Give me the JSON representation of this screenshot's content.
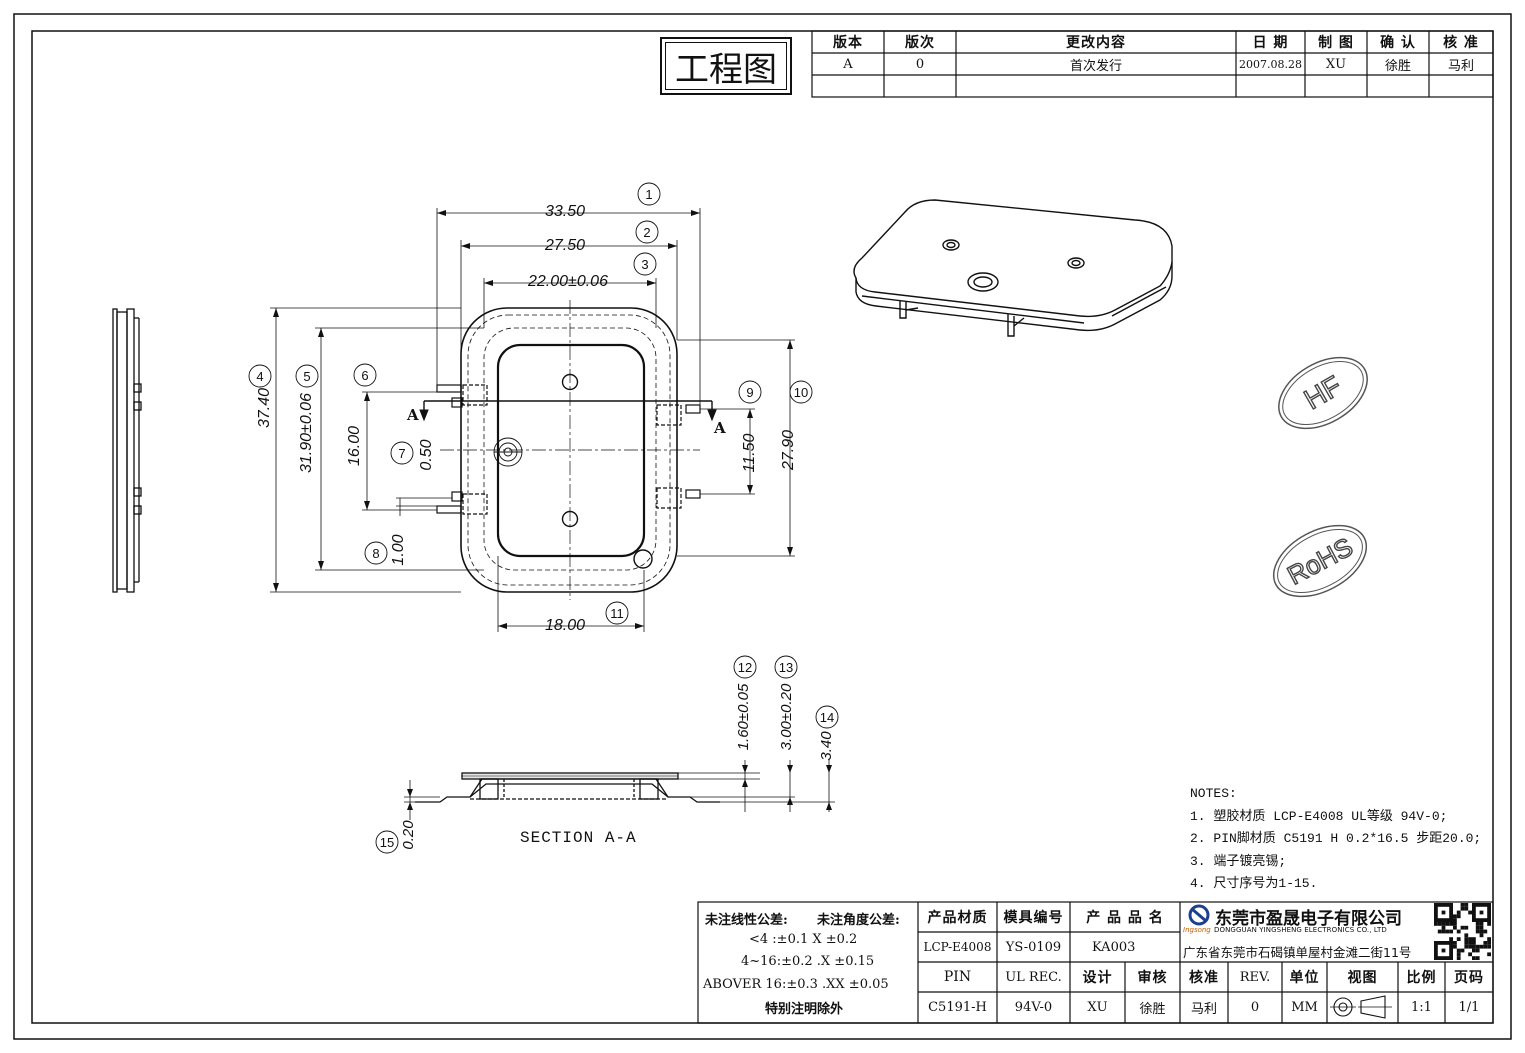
{
  "drawing_title": "工程图",
  "revision_table": {
    "headers": [
      "版本",
      "版次",
      "更改内容",
      "日 期",
      "制 图",
      "确 认",
      "核 准"
    ],
    "rows": [
      [
        "A",
        "0",
        "首次发行",
        "2007.08.28",
        "XU",
        "徐胜",
        "马利"
      ]
    ]
  },
  "dimensions": {
    "d1": "33.50",
    "d2": "27.50",
    "d3": "22.00±0.06",
    "d4": "37.40",
    "d5": "31.90±0.06",
    "d6": "16.00",
    "d7": "0.50",
    "d8": "1.00",
    "d9": "11.50",
    "d10": "27.90",
    "d11": "18.00",
    "d12": "1.60±0.05",
    "d13": "3.00±0.20",
    "d14": "3.40",
    "d15": "0.20"
  },
  "balloons": [
    "1",
    "2",
    "3",
    "4",
    "5",
    "6",
    "7",
    "8",
    "9",
    "10",
    "11",
    "12",
    "13",
    "14",
    "15"
  ],
  "section_marker": "A",
  "section_label": "SECTION A-A",
  "stamps": {
    "hf": "HF",
    "rohs": "RoHS"
  },
  "notes": {
    "heading": "NOTES:",
    "items": [
      "1. 塑胶材质 LCP-E4008 UL等级 94V-0;",
      "2. PIN脚材质 C5191 H 0.2*16.5 步距20.0;",
      "3. 端子镀亮锡;",
      "4. 尺寸序号为1-15."
    ]
  },
  "tolerance": {
    "linear_title": "未注线性公差:",
    "angle_title": "未注角度公差:",
    "row1": "<4 :±0.1  X ±0.2",
    "row2": "4~16:±0.2  .X ±0.15",
    "row3": "ABOVER 16:±0.3  .XX ±0.05",
    "footer": "特别注明除外"
  },
  "title_block": {
    "h_material": "产品材质",
    "h_mold": "模具编号",
    "h_product": "产 品 品 名",
    "material": "LCP-E4008",
    "mold": "YS-0109",
    "product": "KA003",
    "h_pin": "PIN",
    "h_ul": "UL REC.",
    "h_design": "设计",
    "h_review": "审核",
    "h_approve": "核准",
    "h_rev": "REV.",
    "h_unit": "单位",
    "h_view": "视图",
    "h_scale": "比例",
    "h_page": "页码",
    "pin": "C5191-H",
    "ul": "94V-0",
    "design": "XU",
    "review": "徐胜",
    "approve": "马利",
    "rev": "0",
    "unit": "MM",
    "scale": "1:1",
    "page": "1/1",
    "company_cn": "东莞市盈晟电子有限公司",
    "company_en": "DONGGUAN YINGSHENG ELECTRONICS CO., LTD",
    "address": "广东省东莞市石碣镇单屋村金滩二街11号",
    "logo_tag": "Ingsong"
  },
  "icons": [
    "company-logo-icon",
    "qr-code-icon",
    "projection-view-icon"
  ]
}
